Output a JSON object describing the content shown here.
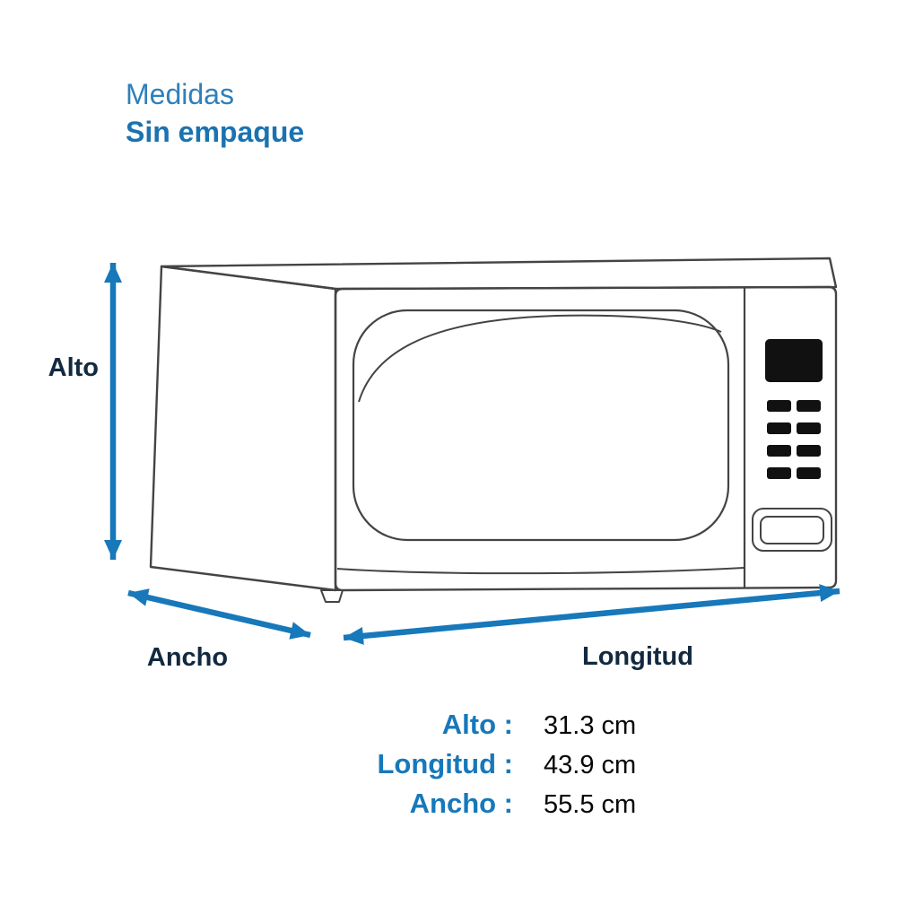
{
  "title": {
    "line1": "Medidas",
    "line2": "Sin empaque"
  },
  "diagram": {
    "alto_label": "Alto",
    "ancho_label": "Ancho",
    "longitud_label": "Longitud"
  },
  "dimensions": {
    "rows": [
      {
        "label": "Alto :",
        "value": "31.3 cm"
      },
      {
        "label": "Longitud :",
        "value": "43.9 cm"
      },
      {
        "label": "Ancho :",
        "value": "55.5 cm"
      }
    ]
  },
  "colors": {
    "accent_blue": "#1778ba",
    "title_blue": "#1b72b0",
    "arrow_label_dark": "#12293f",
    "line_gray": "#444444",
    "display_black": "#111111"
  }
}
